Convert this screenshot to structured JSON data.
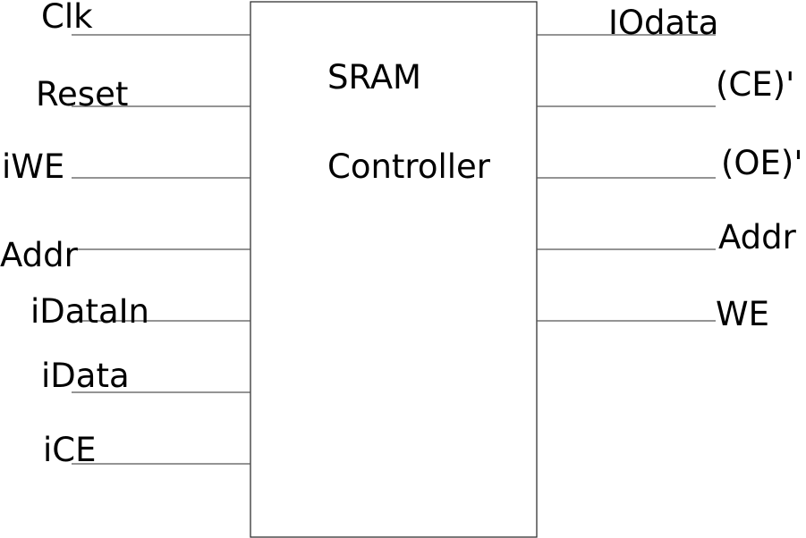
{
  "block": {
    "title_line1": "SRAM",
    "title_line2": "Controller"
  },
  "inputs": [
    {
      "label": "Clk"
    },
    {
      "label": "Reset"
    },
    {
      "label": "iWE"
    },
    {
      "label": "Addr"
    },
    {
      "label": "iDataIn"
    },
    {
      "label": "iData"
    },
    {
      "label": "iCE"
    }
  ],
  "outputs": [
    {
      "label": "IOdata"
    },
    {
      "label": "(CE)'"
    },
    {
      "label": "(OE)'"
    },
    {
      "label": "Addr"
    },
    {
      "label": "WE"
    }
  ]
}
